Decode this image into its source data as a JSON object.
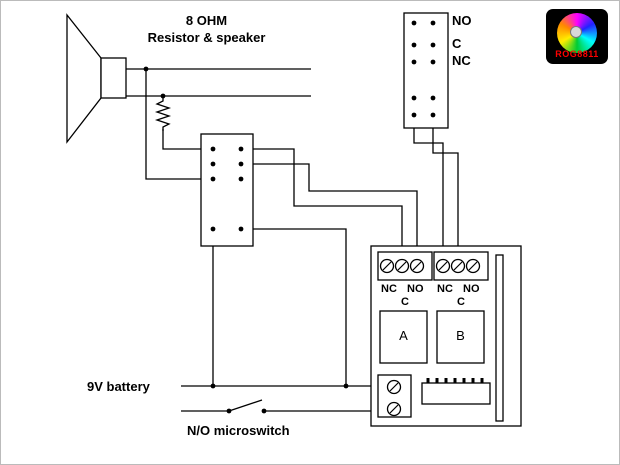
{
  "diagram": {
    "title_line1": "8 OHM",
    "title_line2": "Resistor & speaker",
    "microswitch_block": {
      "no": "NO",
      "c": "C",
      "nc": "NC"
    },
    "relay_board": {
      "relay_a": {
        "nc": "NC",
        "no": "NO",
        "c": "C",
        "name": "A"
      },
      "relay_b": {
        "nc": "NC",
        "no": "NO",
        "c": "C",
        "name": "B"
      }
    },
    "battery_label": "9V battery",
    "microswitch_label": "N/O microswitch",
    "logo": {
      "text": "ROG8811",
      "bg": "#000000",
      "text_color": "#ff0000"
    },
    "colors": {
      "wire": "#000000",
      "background": "#ffffff"
    }
  }
}
